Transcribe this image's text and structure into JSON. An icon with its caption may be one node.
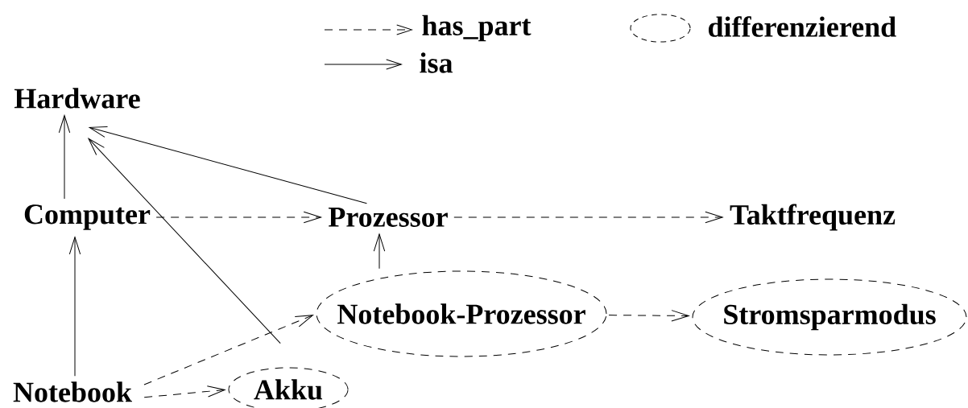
{
  "diagram": {
    "nodes": [
      {
        "text": [
          "Hardware"
        ]
      },
      {
        "text": [
          "Computer"
        ]
      },
      {
        "text": [
          "Prozessor"
        ]
      },
      {
        "text": [
          "Taktfrequenz"
        ]
      },
      {
        "text": [
          "Notebook-Prozessor"
        ]
      },
      {
        "text": [
          "Stromsparmodus"
        ]
      },
      {
        "text": [
          "Notebook"
        ]
      },
      {
        "text": [
          "Akku"
        ]
      }
    ],
    "edges": [
      {
        "from": 1,
        "to": 0,
        "arrow": "to"
      },
      {
        "from": 2,
        "to": 0,
        "arrow": "to"
      },
      {
        "from": 7,
        "to": 0,
        "arrow": "to"
      },
      {
        "from": 6,
        "to": 1,
        "arrow": "to"
      },
      {
        "from": 4,
        "to": 2,
        "arrow": "to"
      },
      {
        "from": 1,
        "to": 2,
        "arrow": "to",
        "style": "dashed"
      },
      {
        "from": 2,
        "to": 3,
        "arrow": "to",
        "style": "dashed"
      },
      {
        "from": 4,
        "to": 5,
        "arrow": "to",
        "style": "dashed"
      },
      {
        "from": 6,
        "to": 4,
        "arrow": "to",
        "style": "dashed"
      },
      {
        "from": 6,
        "to": 7,
        "arrow": "to",
        "style": "dashed"
      }
    ],
    "legend": [
      {
        "text": "has_part"
      },
      {
        "text": "isa"
      },
      {
        "text": "differenzierend"
      }
    ]
  }
}
